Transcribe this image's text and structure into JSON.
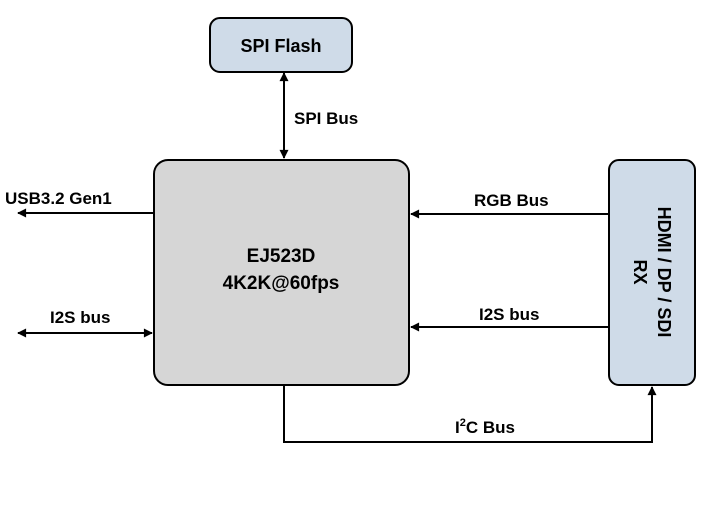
{
  "blocks": {
    "spi_flash": "SPI Flash",
    "chip_name": "EJ523D",
    "chip_spec": "4K2K@60fps",
    "rx_line1": "HDMI / DP / SDI",
    "rx_line2": "RX"
  },
  "buses": {
    "spi": "SPI Bus",
    "usb": "USB3.2 Gen1",
    "i2s_left": "I2S bus",
    "rgb": "RGB Bus",
    "i2s_right": "I2S bus",
    "i2c_prefix": "I",
    "i2c_sup": "2",
    "i2c_suffix": "C Bus"
  },
  "colors": {
    "block_flash": "#cfdbe8",
    "block_chip": "#d6d6d6",
    "block_rx": "#cfdbe8",
    "stroke": "#000000"
  }
}
